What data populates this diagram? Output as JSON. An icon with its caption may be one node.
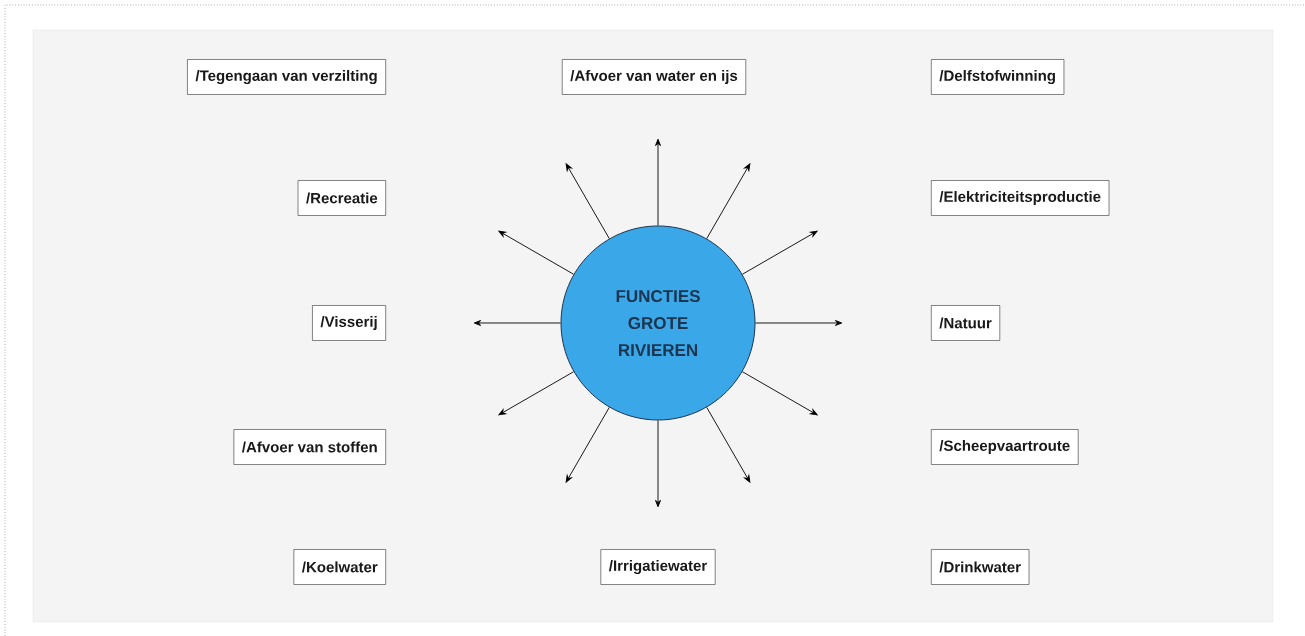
{
  "diagram": {
    "nodes": [
      {
        "text": [
          "/Tegengaan van verzilting"
        ]
      },
      {
        "text": [
          "/Afvoer van water en ijs"
        ]
      },
      {
        "text": [
          "/Delfstofwinning"
        ]
      },
      {
        "text": [
          "/Recreatie"
        ]
      },
      {
        "text": [
          "/Elektriciteitsproductie"
        ]
      },
      {
        "text": [
          "/Visserij"
        ]
      },
      {
        "text": [
          "FUNCTIES GROTE RIVIEREN"
        ]
      },
      {
        "text": [
          "/Natuur"
        ]
      },
      {
        "text": [
          "/Afvoer van stoffen"
        ]
      },
      {
        "text": [
          "/Scheepvaartroute"
        ]
      },
      {
        "text": [
          "/Koelwater"
        ]
      },
      {
        "text": [
          "/Irrigatiewater"
        ]
      },
      {
        "text": [
          "/Drinkwater"
        ]
      }
    ],
    "edges": [
      {
        "from": 6,
        "to": null,
        "arrow": "to"
      },
      {
        "from": 6,
        "to": null,
        "arrow": "to"
      },
      {
        "from": 6,
        "to": null,
        "arrow": "to"
      },
      {
        "from": 6,
        "to": null,
        "arrow": "to"
      },
      {
        "from": 6,
        "to": null,
        "arrow": "to"
      },
      {
        "from": 6,
        "to": null,
        "arrow": "to"
      },
      {
        "from": 6,
        "to": null,
        "arrow": "to"
      },
      {
        "from": 6,
        "to": null,
        "arrow": "to"
      },
      {
        "from": 6,
        "to": null,
        "arrow": "to"
      },
      {
        "from": 6,
        "to": null,
        "arrow": "to"
      },
      {
        "from": 6,
        "to": null,
        "arrow": "to"
      },
      {
        "from": 6,
        "to": null,
        "arrow": "to"
      }
    ]
  }
}
